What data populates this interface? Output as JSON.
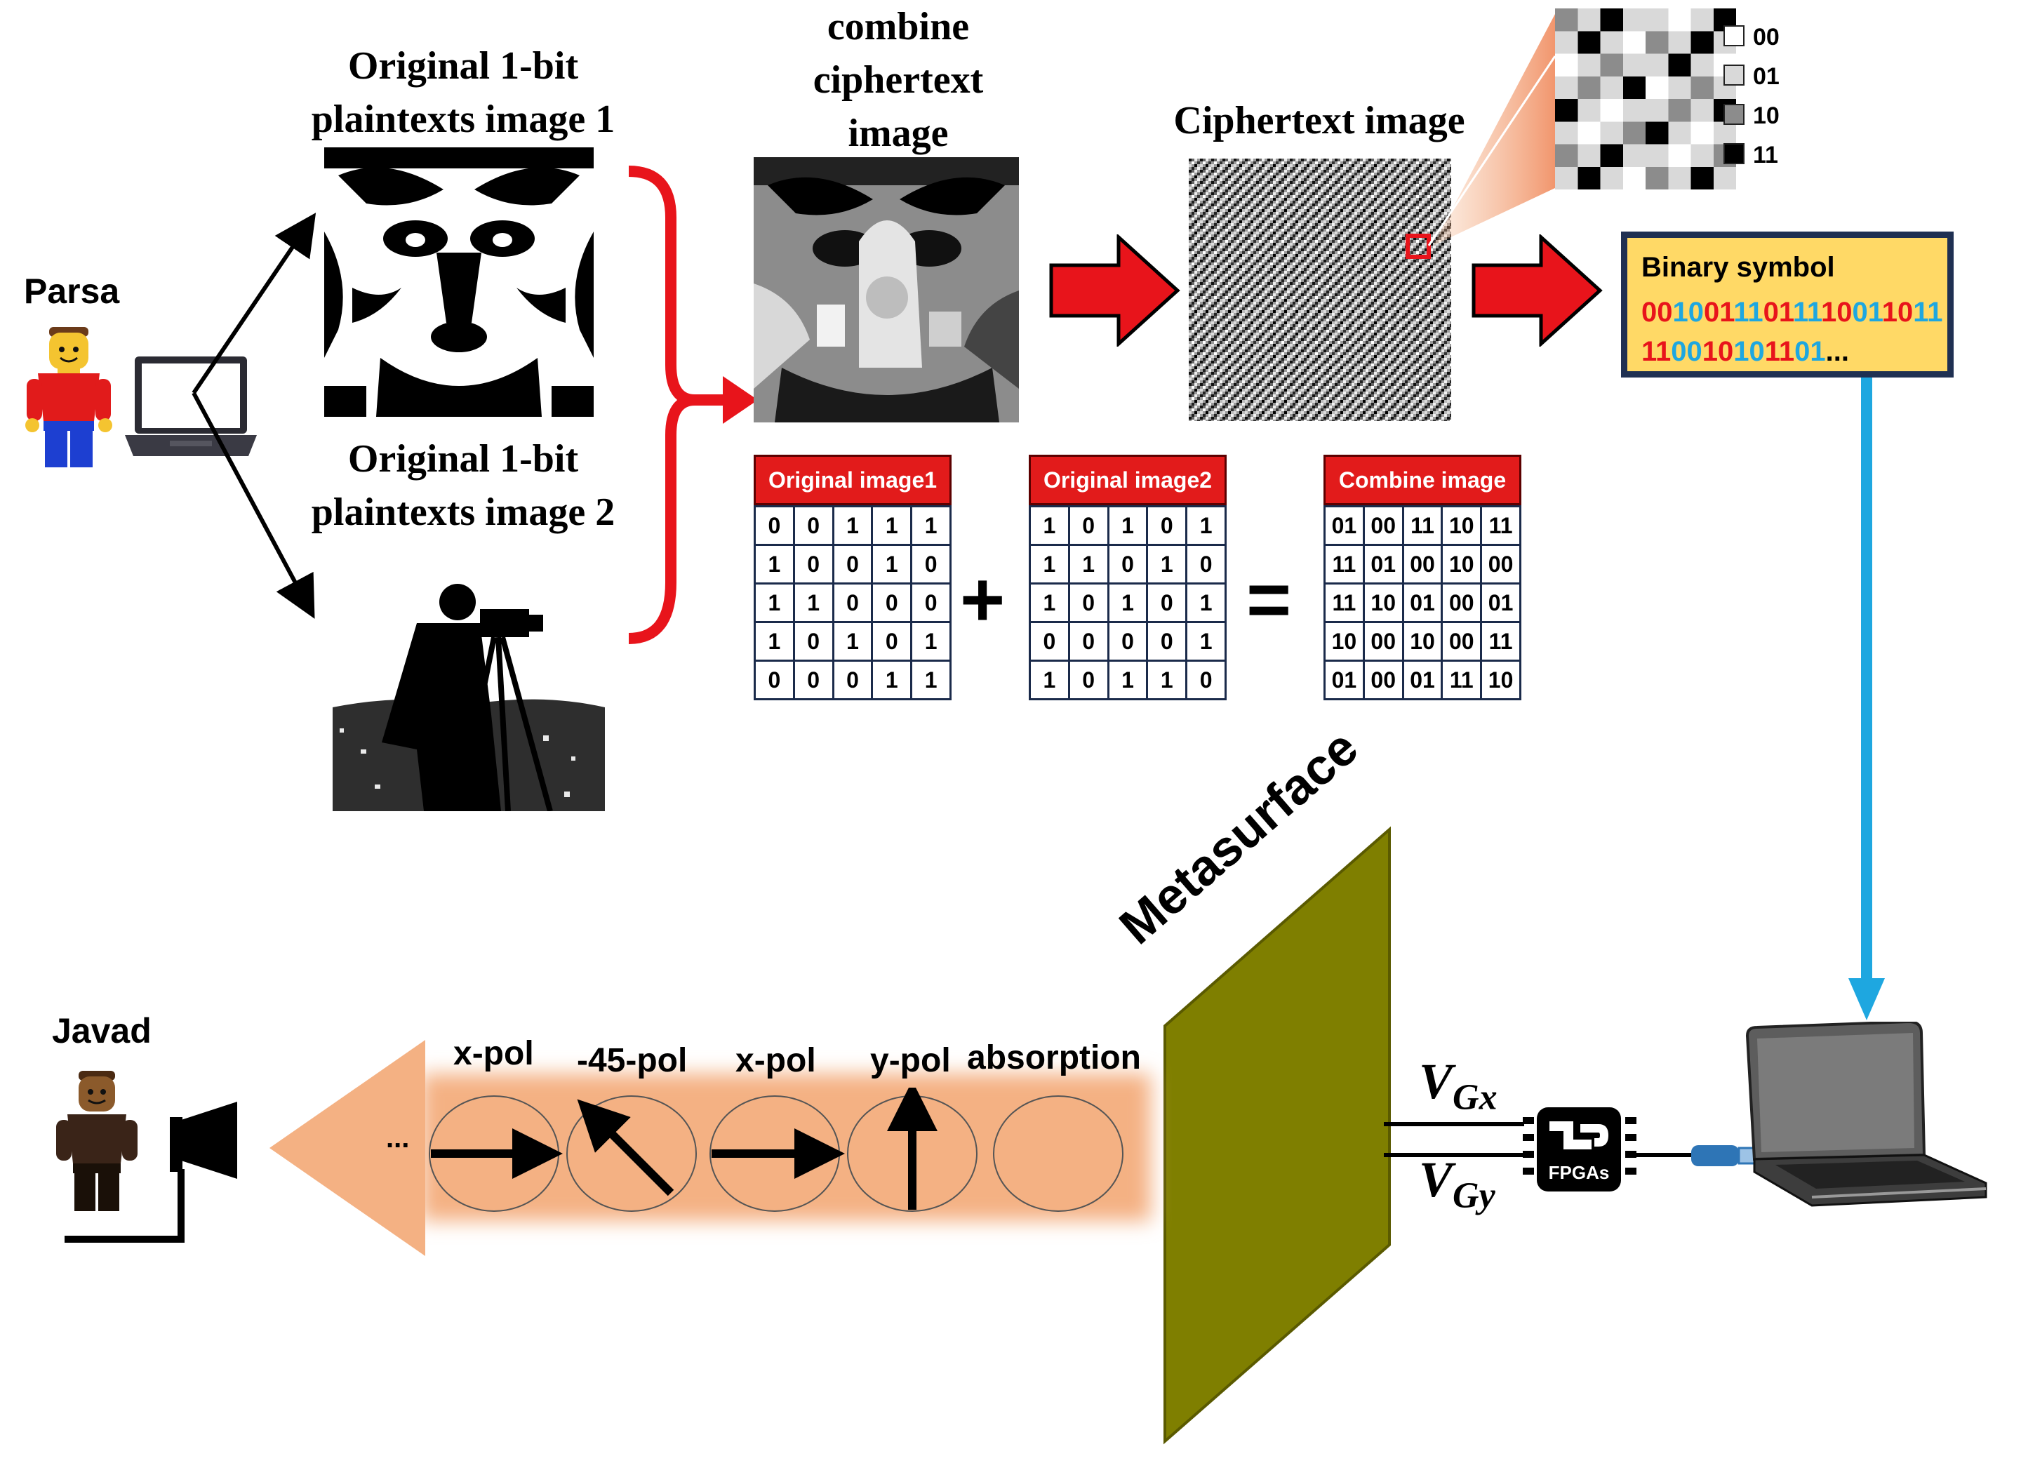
{
  "people": {
    "sender": "Parsa",
    "receiver": "Javad"
  },
  "images": {
    "plain1_title": [
      "Original 1-bit",
      "plaintexts image 1"
    ],
    "plain2_title": [
      "Original 1-bit",
      "plaintexts image 2"
    ],
    "combine_title": [
      "combine",
      "ciphertext",
      "image"
    ],
    "cipher_title": "Ciphertext image"
  },
  "legend": [
    "00",
    "01",
    "10",
    "11"
  ],
  "legend_colors": [
    "#ffffff",
    "#d9d9d9",
    "#8c8c8c",
    "#000000"
  ],
  "binary": {
    "title": "Binary symbol",
    "line1": [
      {
        "t": "00",
        "c": "r"
      },
      {
        "t": "10",
        "c": "c"
      },
      {
        "t": "01",
        "c": "r"
      },
      {
        "t": "11",
        "c": "c"
      },
      {
        "t": "01",
        "c": "r"
      },
      {
        "t": "11",
        "c": "c"
      },
      {
        "t": "10",
        "c": "r"
      },
      {
        "t": "01",
        "c": "c"
      },
      {
        "t": "10",
        "c": "r"
      },
      {
        "t": "11",
        "c": "c"
      }
    ],
    "line2": [
      {
        "t": "11",
        "c": "r"
      },
      {
        "t": "00",
        "c": "c"
      },
      {
        "t": "10",
        "c": "r"
      },
      {
        "t": "10",
        "c": "c"
      },
      {
        "t": "11",
        "c": "r"
      },
      {
        "t": "01",
        "c": "c"
      },
      {
        "t": "...",
        "c": "k"
      }
    ]
  },
  "tables": {
    "t1": {
      "header": "Original image1",
      "rows": [
        [
          "0",
          "0",
          "1",
          "1",
          "1"
        ],
        [
          "1",
          "0",
          "0",
          "1",
          "0"
        ],
        [
          "1",
          "1",
          "0",
          "0",
          "0"
        ],
        [
          "1",
          "0",
          "1",
          "0",
          "1"
        ],
        [
          "0",
          "0",
          "0",
          "1",
          "1"
        ]
      ]
    },
    "t2": {
      "header": "Original image2",
      "rows": [
        [
          "1",
          "0",
          "1",
          "0",
          "1"
        ],
        [
          "1",
          "1",
          "0",
          "1",
          "0"
        ],
        [
          "1",
          "0",
          "1",
          "0",
          "1"
        ],
        [
          "0",
          "0",
          "0",
          "0",
          "1"
        ],
        [
          "1",
          "0",
          "1",
          "1",
          "0"
        ]
      ]
    },
    "t3": {
      "header": "Combine image",
      "rows": [
        [
          "01",
          "00",
          "11",
          "10",
          "11"
        ],
        [
          "11",
          "01",
          "00",
          "10",
          "00"
        ],
        [
          "11",
          "10",
          "01",
          "00",
          "01"
        ],
        [
          "10",
          "00",
          "10",
          "00",
          "11"
        ],
        [
          "01",
          "00",
          "01",
          "11",
          "10"
        ]
      ]
    },
    "plus": "+",
    "equals": "="
  },
  "metasurface": "Metasurface",
  "polarizations": [
    "x-pol",
    "-45-pol",
    "x-pol",
    "y-pol",
    "absorption"
  ],
  "ellipsis": "...",
  "voltages": {
    "vgx_main": "V",
    "vgx_sub": "Gx",
    "vgy_main": "V",
    "vgy_sub": "Gy"
  },
  "fpga_label": "FPGAs",
  "colors": {
    "red": "#e8141b",
    "cyan": "#1ea7e0",
    "olive": "#7f7f00",
    "peach": "#f4b183",
    "navy": "#1f3052",
    "yellow": "#ffd966"
  }
}
